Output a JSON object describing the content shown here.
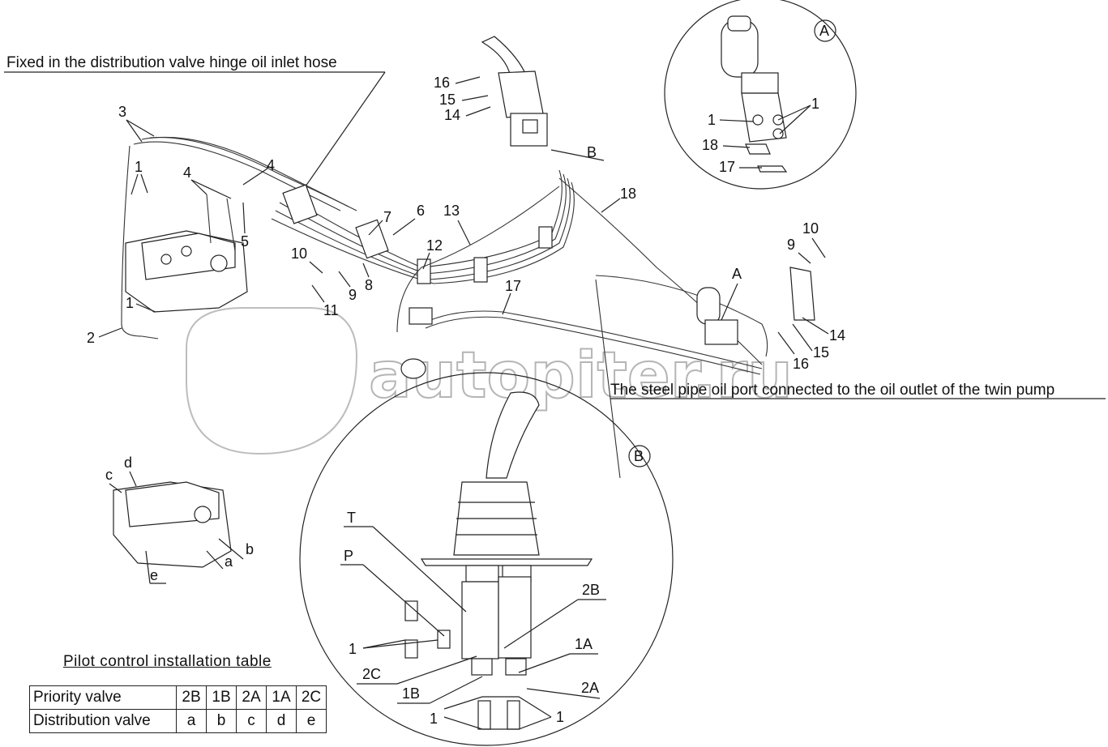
{
  "labels": {
    "hose_note": "Fixed in the distribution valve hinge oil inlet hose",
    "pipe_note": "The steel pipe oil port connected to the oil outlet of the twin pump",
    "detail_a": "A",
    "detail_b": "B",
    "view_a_marker": "A",
    "view_b_marker": "B",
    "watermark": "autopiter.ru"
  },
  "callouts": {
    "c1": "1",
    "c2": "2",
    "c3": "3",
    "c4": "4",
    "c5": "5",
    "c6": "6",
    "c7": "7",
    "c8": "8",
    "c9": "9",
    "c10": "10",
    "c11": "11",
    "c12": "12",
    "c13": "13",
    "c14": "14",
    "c15": "15",
    "c16": "16",
    "c17": "17",
    "c18": "18",
    "pa": "a",
    "pb": "b",
    "pc": "c",
    "pd": "d",
    "pe": "e",
    "T": "T",
    "P": "P",
    "1A": "1A",
    "1B": "1B",
    "2A": "2A",
    "2B": "2B",
    "2C": "2C"
  },
  "table": {
    "title": "Pilot control installation table",
    "rows": [
      {
        "label": "Priority valve",
        "cells": [
          "2B",
          "1B",
          "2A",
          "1A",
          "2C"
        ]
      },
      {
        "label": "Distribution valve",
        "cells": [
          "a",
          "b",
          "c",
          "d",
          "e"
        ]
      }
    ]
  }
}
